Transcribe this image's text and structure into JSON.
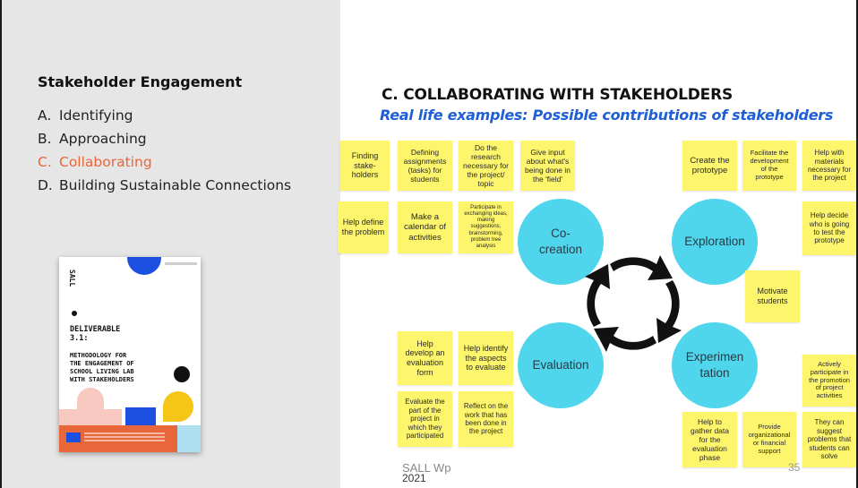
{
  "sidebar": {
    "title": "Stakeholder Engagement",
    "items": [
      {
        "letter": "A.",
        "label": "Identifying"
      },
      {
        "letter": "B.",
        "label": "Approaching"
      },
      {
        "letter": "C.",
        "label": "Collaborating"
      },
      {
        "letter": "D.",
        "label": "Building Sustainable Connections"
      }
    ],
    "active_color": "#e8663a"
  },
  "deliverable_cover": {
    "brand": "SALL",
    "title": "DELIVERABLE\n3.1:",
    "description": "METHODOLOGY FOR\nTHE ENGAGEMENT OF\nSCHOOL LIVING LAB\nWITH STAKEHOLDERS"
  },
  "main": {
    "title": "C. COLLABORATING WITH STAKEHOLDERS",
    "subtitle": "Real life examples: Possible contributions of stakeholders",
    "subtitle_color": "#1f5fd6"
  },
  "bubbles": [
    {
      "label": "Co-\ncreation"
    },
    {
      "label": "Exploration"
    },
    {
      "label": "Evaluation"
    },
    {
      "label": "Experimen\ntation"
    }
  ],
  "notes": [
    {
      "text": "Finding\nstake-\nholders"
    },
    {
      "text": "Defining\nassignments\n(tasks) for\nstudents"
    },
    {
      "text": "Do the\nresearch\nnecessary for\nthe project/\ntopic"
    },
    {
      "text": "Give input\nabout what's\nbeing done in\nthe 'field'"
    },
    {
      "text": "Help define\nthe problem"
    },
    {
      "text": "Make a\ncalendar of\nactivities"
    },
    {
      "text": "Participate in\nexchanging ideas,\nmaking\nsuggestions,\nbrainstorming,\nproblem tree\nanalysis"
    },
    {
      "text": "Create the\nprototype"
    },
    {
      "text": "Facilitate the\ndevelopment\nof the\nprototype"
    },
    {
      "text": "Help with\nmaterials\nnecessary for\nthe project"
    },
    {
      "text": "Help decide\nwho is going\nto test the\nprototype"
    },
    {
      "text": "Motivate\nstudents"
    },
    {
      "text": "Help\ndevelop an\nevaluation\nform"
    },
    {
      "text": "Help identify\nthe aspects\nto evaluate"
    },
    {
      "text": "Evaluate the\npart of the\nproject in\nwhich they\nparticipated"
    },
    {
      "text": "Reflect on the\nwork that has\nbeen done in\nthe project"
    },
    {
      "text": "Actively\nparticipate in\nthe promotion\nof project\nactivities"
    },
    {
      "text": "Help to\ngather data\nfor the\nevaluation\nphase"
    },
    {
      "text": "Provide\norganizational\nor financial\nsupport"
    },
    {
      "text": "They can\nsuggest\nproblems that\nstudents can\nsolve"
    }
  ],
  "footer": {
    "text": "SALL Wp",
    "year": "2021",
    "page_number": "35"
  },
  "colors": {
    "note_yellow": "#fdf56b",
    "bubble_cyan": "#4fd5ec",
    "sidebar_bg": "#e6e6e6"
  }
}
